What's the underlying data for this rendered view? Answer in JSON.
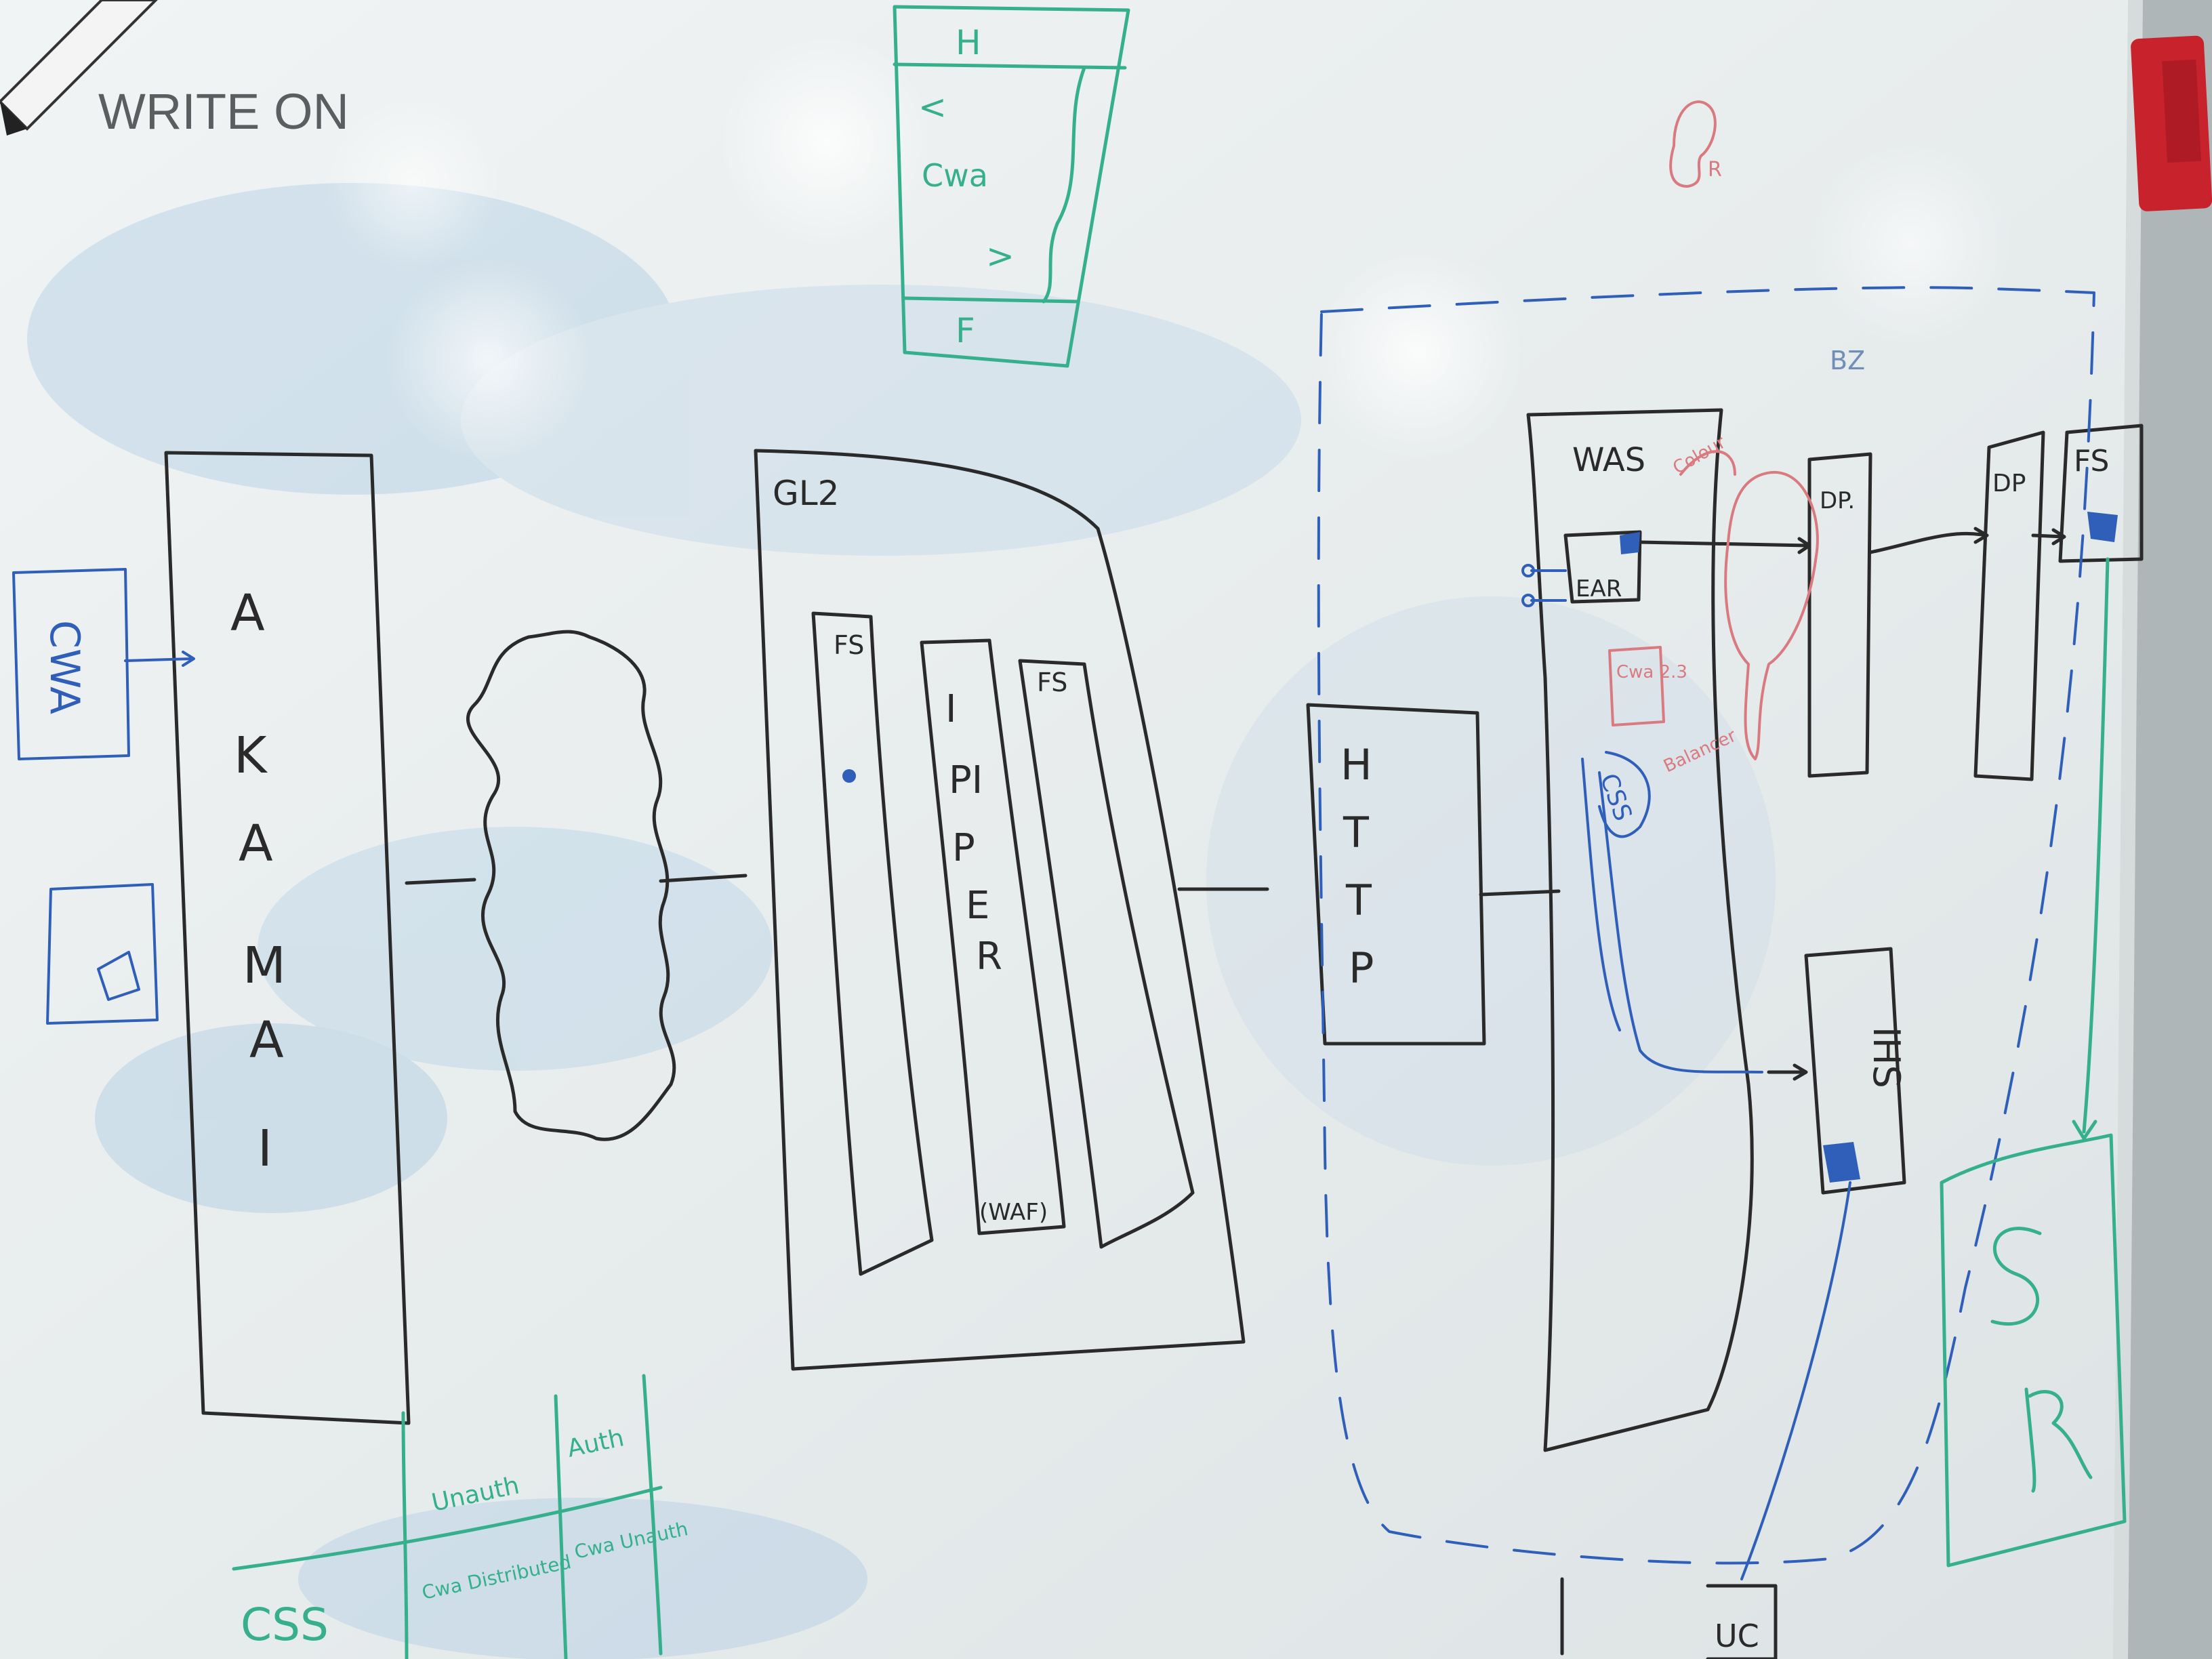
{
  "board": {
    "brand": "WRITE ON"
  },
  "colors": {
    "black_marker": "#2a2a2a",
    "blue_marker": "#2f5fb8",
    "green_marker": "#36b08c",
    "red_marker": "#d97a80",
    "board_white": "#e8edee",
    "eraser_red": "#c8222c"
  },
  "diagram": {
    "left_box_text": "CWA",
    "akamai_letters": [
      "A",
      "K",
      "A",
      "M",
      "A",
      "I"
    ],
    "top_page": {
      "header": "H",
      "lt": "<",
      "body": "Cwa",
      "gt": ">",
      "footer": "F"
    },
    "gl2": {
      "label": "GL2",
      "fs_left": "FS",
      "ripper_letters": [
        "I",
        "PI",
        "P",
        "E",
        "R"
      ],
      "fs_right": "FS",
      "waf": "(WAF)"
    },
    "http_letters": [
      "H",
      "T",
      "T",
      "P"
    ],
    "bz_label": "BZ",
    "was": {
      "label": "WAS",
      "ear": "EAR",
      "red_note": "Colour",
      "red_box": "Cwa 2.3",
      "red_balancer": "Balancer",
      "css_tag": "CSS"
    },
    "dp1": "DP.",
    "dp2": "DP",
    "fs_top_right": "FS",
    "ihs": "IHS",
    "uc": "UC",
    "sr": "SR",
    "red_top": "R"
  },
  "table": {
    "row_label": "CSS",
    "col_unauth": "Unauth",
    "col_auth": "Auth",
    "cell_unauth": "Cwa Distributed",
    "cell_auth": "Cwa Unauth"
  }
}
